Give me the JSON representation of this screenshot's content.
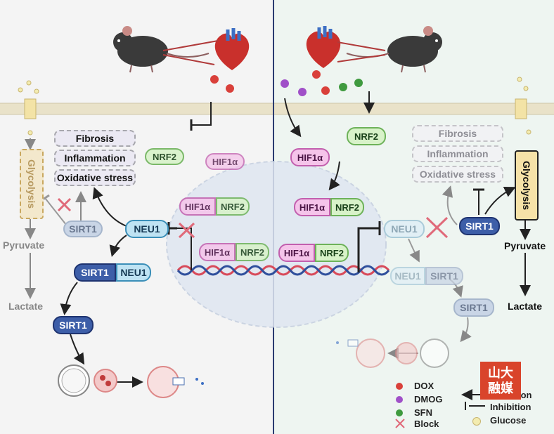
{
  "left": {
    "outcomes": [
      "Fibrosis",
      "Inflammation",
      "Oxidative stress"
    ],
    "glycolysis": "Glycolysis",
    "pyruvate": "Pyruvate",
    "lactate": "Lactate",
    "sirt1_faded": "SIRT1",
    "neu1": "NEU1",
    "nrf2": "NRF2",
    "hif1a": "HIF1α",
    "complex_hif": "HIF1α",
    "complex_nrf": "NRF2",
    "complex2_hif": "HIF1α",
    "complex2_nrf": "NRF2",
    "sirt1_neu1_a": "SIRT1",
    "sirt1_neu1_b": "NEU1",
    "sirt1": "SIRT1"
  },
  "right": {
    "outcomes": [
      "Fibrosis",
      "Inflammation",
      "Oxidative stress"
    ],
    "nrf2": "NRF2",
    "hif1a": "HIF1α",
    "complex_hif": "HIF1α",
    "complex_nrf": "NRF2",
    "complex2_hif": "HIF1α",
    "complex2_nrf": "NRF2",
    "neu1_faded": "NEU1",
    "sirt1": "SIRT1",
    "neu1_sirt1_a": "NEU1",
    "neu1_sirt1_b": "SIRT1",
    "sirt1_faded": "SIRT1",
    "glycolysis": "Glycolysis",
    "pyruvate": "Pyruvate",
    "lactate": "Lactate"
  },
  "legend": {
    "dox": "DOX",
    "dmog": "DMOG",
    "sfn": "SFN",
    "block": "Block",
    "activation_partial": "ion",
    "inhibition": "Inhibition",
    "glucose": "Glucose",
    "colors": {
      "dox": "#d9403a",
      "dmog": "#a050c8",
      "sfn": "#3f9a3f",
      "glucose": "#f3ecb0"
    }
  },
  "watermark": {
    "line1": "山大",
    "line2": "融媒"
  }
}
